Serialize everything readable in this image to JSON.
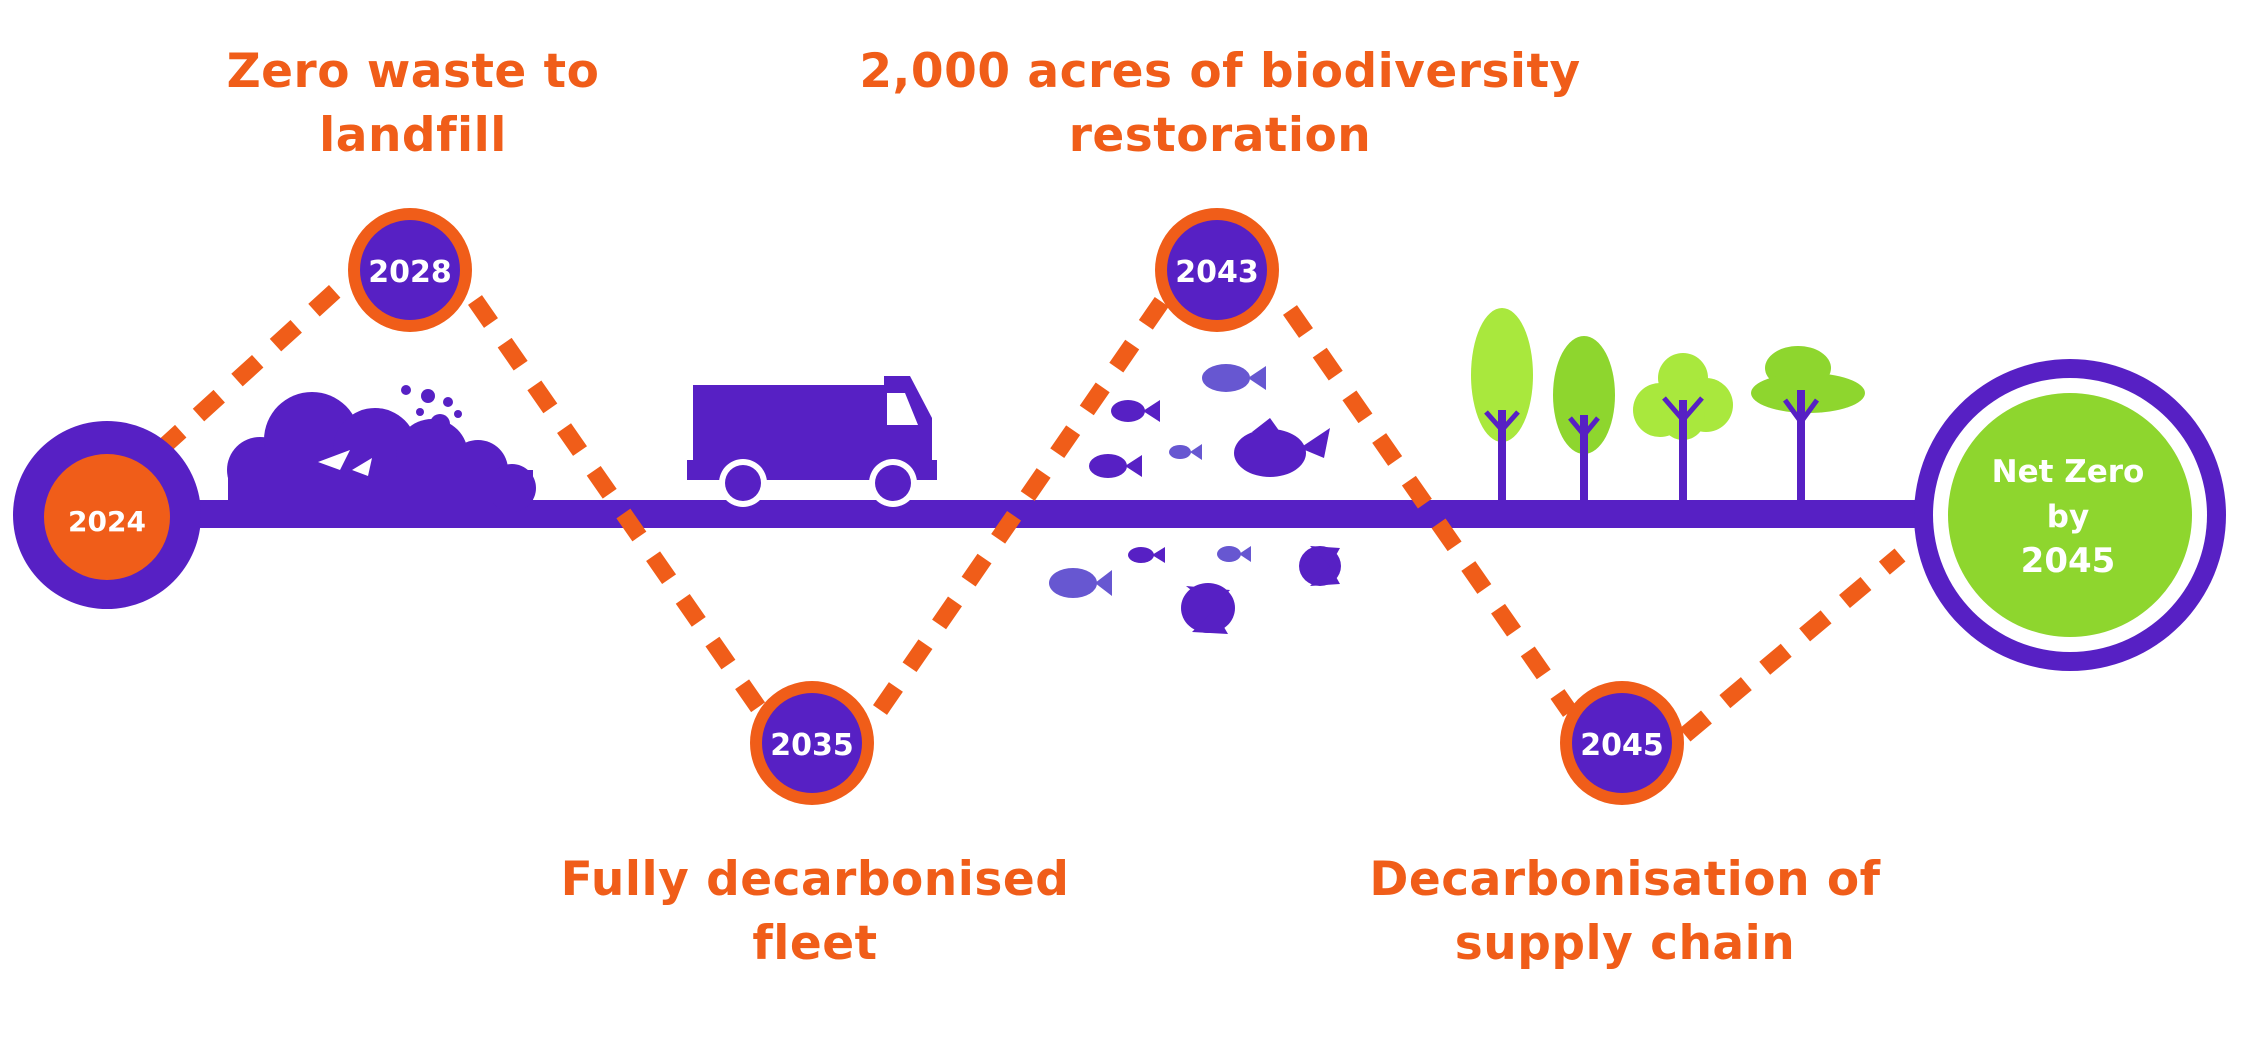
{
  "colors": {
    "purple": "#5720c4",
    "orange": "#f05d19",
    "green": "#8ed62e",
    "light_green": "#a9e83d",
    "fish": "#6757d1",
    "white": "#ffffff"
  },
  "start": {
    "year": "2024"
  },
  "milestones": [
    {
      "year": "2028",
      "caption_line1": "Zero waste to",
      "caption_line2": "landfill",
      "icon": "landfill-waste-icon"
    },
    {
      "year": "2035",
      "caption_line1": "Fully decarbonised",
      "caption_line2": "fleet",
      "icon": "truck-icon"
    },
    {
      "year": "2043",
      "caption_line1": "2,000 acres of biodiversity",
      "caption_line2": "restoration",
      "icon": "fish-icon"
    },
    {
      "year": "2045",
      "caption_line1": "Decarbonisation of",
      "caption_line2": "supply chain",
      "icon": "tree-icon"
    }
  ],
  "goal": {
    "line1": "Net Zero",
    "line2": "by",
    "line3": "2045"
  }
}
